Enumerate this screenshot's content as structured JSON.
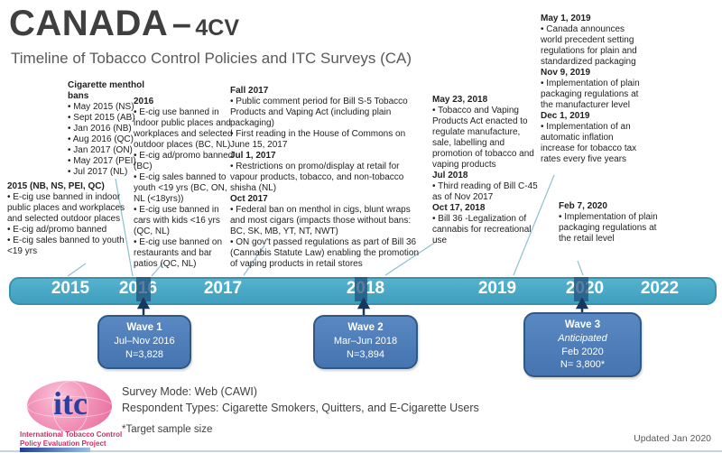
{
  "header": {
    "title": "CANADA",
    "dash": "–",
    "code": "4CV",
    "subtitle": "Timeline of Tobacco Control Policies and ITC Surveys (CA)"
  },
  "colors": {
    "timeline_bar": "#45A7C5",
    "survey_marker": "#1F4E78",
    "wave_box_fill": "#4E81BD",
    "wave_box_border": "#2E5984",
    "arrow": "#17375E",
    "connector_line": "#8FBFD1",
    "title_text": "#3F3F3F",
    "logo_pink": "#ED7BA8",
    "logo_blue": "#2B3F9E",
    "logo_caption_red": "#C73266"
  },
  "policy_blocks": [
    {
      "id": "2015",
      "sections": [
        {
          "heading": "2015 (NB, NS, PEI, QC)",
          "bullets": [
            "E-cig use banned in indoor public places and workplaces and selected outdoor places",
            "E-cig ad/promo banned",
            "E-cig sales banned to youth <19 yrs"
          ]
        }
      ]
    },
    {
      "id": "menthol-bans",
      "sections": [
        {
          "heading": "Cigarette menthol bans",
          "bullets": [
            "May 2015 (NS)",
            "Sept 2015 (AB)",
            "Jan 2016 (NB)",
            "Aug 2016 (QC)",
            "Jan 2017 (ON)",
            "May 2017 (PEI)",
            "Jul 2017 (NL)"
          ]
        }
      ]
    },
    {
      "id": "2016",
      "sections": [
        {
          "heading": "2016",
          "bullets": [
            "E-cig use banned in indoor public places and workplaces and selected outdoor places (BC, NL)",
            "E-cig ad/promo banned (BC)",
            "E-cig sales banned to youth <19 yrs (BC, ON, NL (<18yrs))",
            "E-cig use banned in cars with kids <16 yrs (QC, NL)",
            "E-cig use banned on restaurants and bar patios (QC, NL)"
          ]
        }
      ]
    },
    {
      "id": "2017",
      "sections": [
        {
          "heading": "Fall 2017",
          "bullets": [
            "Public comment period for Bill S-5 Tobacco Products and Vaping Act (including plain packaging)",
            "First reading in the House of Commons on June 15, 2017"
          ]
        },
        {
          "heading": "Jul 1, 2017",
          "bullets": [
            "Restrictions on promo/display at retail for vapour products, tobacco, and non-tobacco shisha (NL)"
          ]
        },
        {
          "heading": "Oct 2017",
          "bullets": [
            "Federal ban on menthol in cigs, blunt wraps and most cigars (impacts those without bans: BC, SK, MB, YT, NT, NWT)",
            "ON gov't passed regulations as part of Bill 36 (Cannabis Statute Law) enabling the promotion of vaping products in retail stores"
          ]
        }
      ]
    },
    {
      "id": "2018",
      "sections": [
        {
          "heading": "May 23, 2018",
          "bullets": [
            "Tobacco and Vaping Products Act enacted to regulate manufacture, sale, labelling and promotion of tobacco and vaping products"
          ]
        },
        {
          "heading": "Jul 2018",
          "bullets": [
            "Third reading of Bill C-45 as of Nov 2017"
          ]
        },
        {
          "heading": "Oct 17, 2018",
          "bullets": [
            "Bill 36 -Legalization of cannabis for recreational use"
          ]
        }
      ]
    },
    {
      "id": "2019",
      "sections": [
        {
          "heading": "May 1, 2019",
          "bullets": [
            "Canada announces world precedent setting regulations for plain and standardized packaging"
          ]
        },
        {
          "heading": "Nov 9, 2019",
          "bullets": [
            "Implementation of plain packaging regulations at the manufacturer level"
          ]
        },
        {
          "heading": "Dec 1, 2019",
          "bullets": [
            "Implementation of an automatic inflation increase for tobacco tax rates every five years"
          ]
        }
      ]
    },
    {
      "id": "2020",
      "sections": [
        {
          "heading": "Feb 7, 2020",
          "bullets": [
            "Implementation of plain packaging regulations at the retail level"
          ]
        }
      ]
    }
  ],
  "timeline": {
    "years": [
      "2015",
      "2016",
      "2017",
      "2018",
      "2019",
      "2020",
      "2022"
    ]
  },
  "waves": [
    {
      "name": "Wave 1",
      "period": "Jul–Nov 2016",
      "n": "N=3,828"
    },
    {
      "name": "Wave 2",
      "period": "Mar–Jun 2018",
      "n": "N=3,894"
    },
    {
      "name": "Wave 3",
      "note": "Anticipated",
      "period": "Feb 2020",
      "n": "N= 3,800*"
    }
  ],
  "footer": {
    "logo": {
      "abbr": "itc",
      "line1": "International Tobacco Control",
      "line2": "Policy Evaluation Project"
    },
    "survey_mode": "Survey Mode: Web (CAWI)",
    "respondent_types": "Respondent Types: Cigarette Smokers, Quitters, and E-Cigarette Users",
    "footnote": "*Target sample size",
    "updated": "Updated Jan 2020"
  }
}
